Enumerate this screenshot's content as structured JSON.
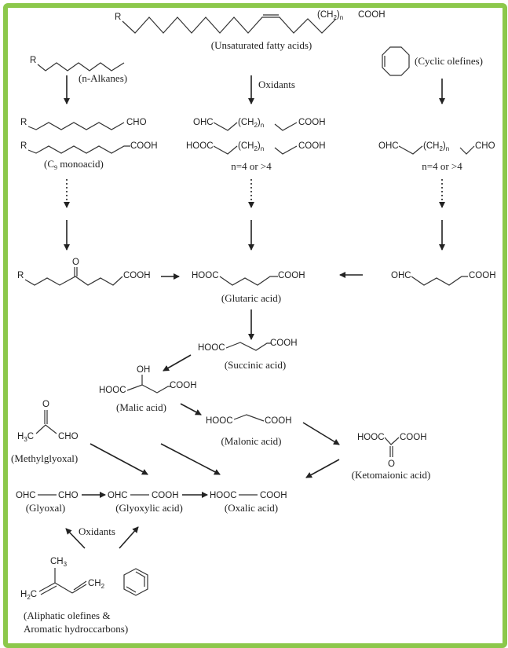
{
  "frame": {
    "border_color": "#8cc84b"
  },
  "labels": {
    "unsaturated_fatty_acids": "(Unsaturated fatty acids)",
    "n_alkanes": "(n-Alkanes)",
    "cyclic_olefines": "(Cyclic olefines)",
    "oxidants_top": "Oxidants",
    "c9_monoacid_pre": "(C",
    "c9_monoacid_sub": "9",
    "c9_monoacid_post": " monoacid)",
    "n_condition_mid": "n=4 or >4",
    "n_condition_right": "n=4 or >4",
    "glutaric_acid": "(Glutaric acid)",
    "succinic_acid": "(Succinic acid)",
    "malic_acid": "(Malic acid)",
    "malonic_acid": "(Malonic acid)",
    "methylglyoxal": "(Methylglyoxal)",
    "ketomalonic_acid": "(Ketomaionic acid)",
    "glyoxal": "(Glyoxal)",
    "glyoxylic_acid": "(Glyoxylic acid)",
    "oxalic_acid": "(Oxalic acid)",
    "oxidants_bottom": "Oxidants",
    "aliphatic_line1": "(Aliphatic olefines &",
    "aliphatic_line2": "Aromatic hydroccarbons)"
  },
  "chem": {
    "R": "R",
    "CH2n": "(CH",
    "sub2": "2",
    "subn": "n",
    "close_paren": ")",
    "COOH": "COOH",
    "HOOC": "HOOC",
    "CHO": "CHO",
    "OHC": "OHC",
    "O": "O",
    "OH": "OH",
    "H3C_pre": "H",
    "H3C_sub": "3",
    "H3C_post": "C",
    "CH3_pre": "CH",
    "CH3_sub": "3",
    "H2C_pre": "H",
    "H2C_sub": "2",
    "H2C_post": "C",
    "CH2_pre": "CH",
    "CH2_sub": "2"
  }
}
